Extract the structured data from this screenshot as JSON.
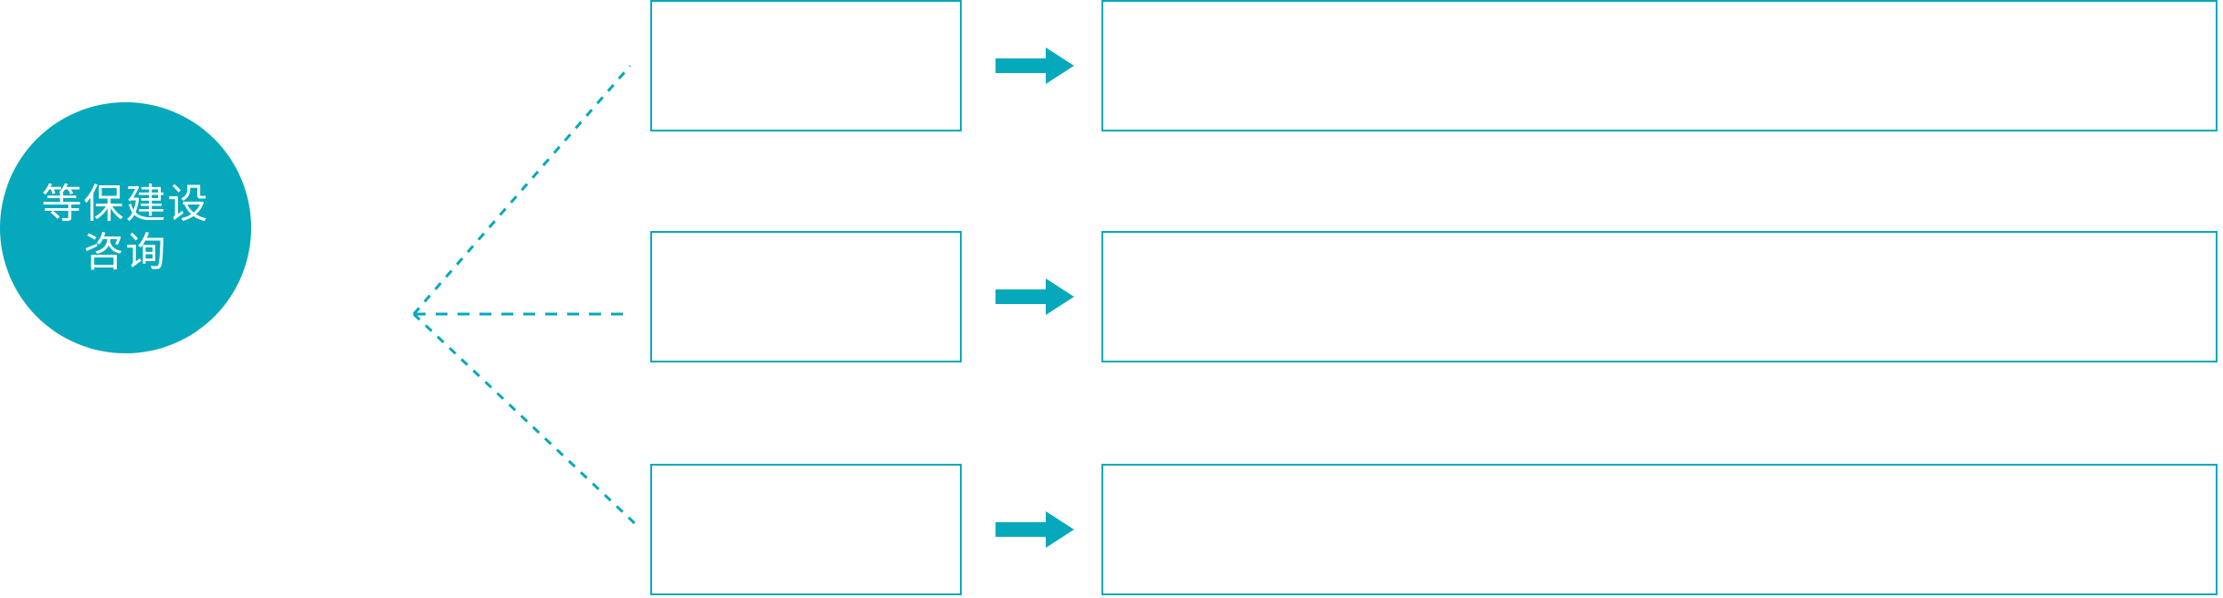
{
  "theme": {
    "accent": "#05a9bb",
    "background": "#ffffff",
    "hub_text_color": "#ffffff",
    "box_border_color": "#05a9bb"
  },
  "hub": {
    "name": "等保建设咨询",
    "label": "等保建设\n咨询"
  },
  "connector": {
    "style": "dotted",
    "color": "#05a9bb",
    "branch_count": 3
  },
  "rows": [
    {
      "id": "row-1",
      "stage_label": "",
      "detail_label": "",
      "arrow_label": "arrow-right-icon"
    },
    {
      "id": "row-2",
      "stage_label": "",
      "detail_label": "",
      "arrow_label": "arrow-right-icon"
    },
    {
      "id": "row-3",
      "stage_label": "",
      "detail_label": "",
      "arrow_label": "arrow-right-icon"
    }
  ]
}
